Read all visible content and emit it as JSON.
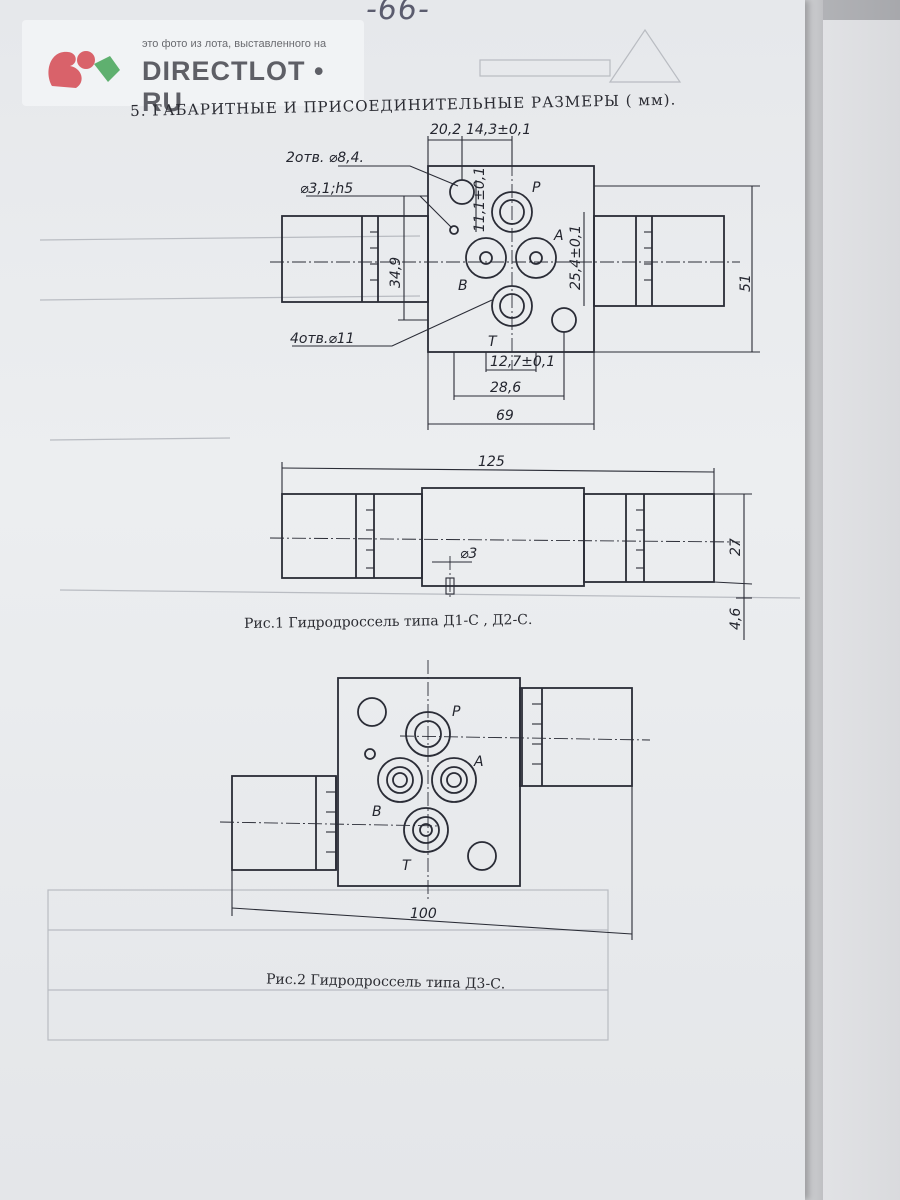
{
  "header": {
    "page_number": "-66-"
  },
  "watermark": {
    "caption": "это фото из лота, выставленного на",
    "brand": "DIRECTLOT • RU"
  },
  "section": {
    "title": "5.  ГАБАРИТНЫЕ И ПРИСОЕДИНИТЕЛЬНЫЕ РАЗМЕРЫ  ( мм)."
  },
  "figure1": {
    "caption": "Рис.1  Гидродроссель  типа  Д1-С ,  Д2-С.",
    "notes": {
      "holes_small": "2отв.  ⌀8,4.",
      "pin": "⌀3,1;h5",
      "holes_large": "4отв.⌀11"
    },
    "ports": [
      "P",
      "A",
      "B",
      "T"
    ],
    "dims": {
      "d20_2": "20,2",
      "d14_3": "14,3±0,1",
      "d11_1": "11,1±0,1",
      "d34_9": "34,9",
      "d25_4": "25,4±0,1",
      "d51": "51",
      "d12_7": "12,7±0,1",
      "d28_6": "28,6",
      "d69": "69",
      "d125": "125",
      "d27": "27",
      "d4_6": "4,6",
      "d_pin": "⌀3"
    }
  },
  "figure2": {
    "caption": "Рис.2   Гидродроссель  типа  Д3-С.",
    "ports": [
      "P",
      "A",
      "B",
      "T"
    ],
    "dims": {
      "d100": "100"
    }
  }
}
